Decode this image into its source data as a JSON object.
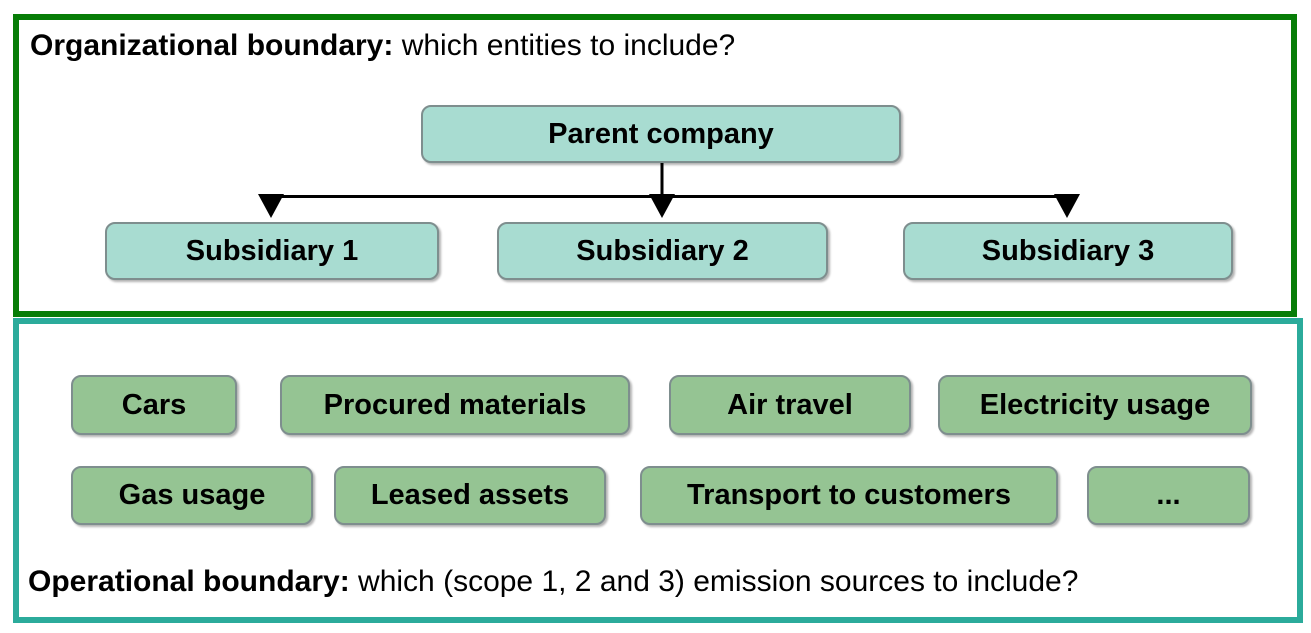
{
  "org_section": {
    "title_bold": "Organizational boundary:",
    "title_rest": " which entities to include?",
    "parent_label": "Parent company",
    "subsidiaries": [
      "Subsidiary 1",
      "Subsidiary 2",
      "Subsidiary 3"
    ]
  },
  "op_section": {
    "caption_bold": "Operational boundary:",
    "caption_rest": " which (scope 1, 2 and 3) emission sources to include?",
    "sources_row1": [
      "Cars",
      "Procured materials",
      "Air travel",
      "Electricity usage"
    ],
    "sources_row2": [
      "Gas usage",
      "Leased assets",
      "Transport to customers",
      "..."
    ]
  },
  "colors": {
    "org_border_green": "#077d07",
    "op_border_teal": "#2bab9b",
    "entity_fill_teal": "#a8dcd1",
    "source_fill_green": "#95c493",
    "node_border_gray": "#7e8e8e",
    "connector_black": "#000000"
  }
}
